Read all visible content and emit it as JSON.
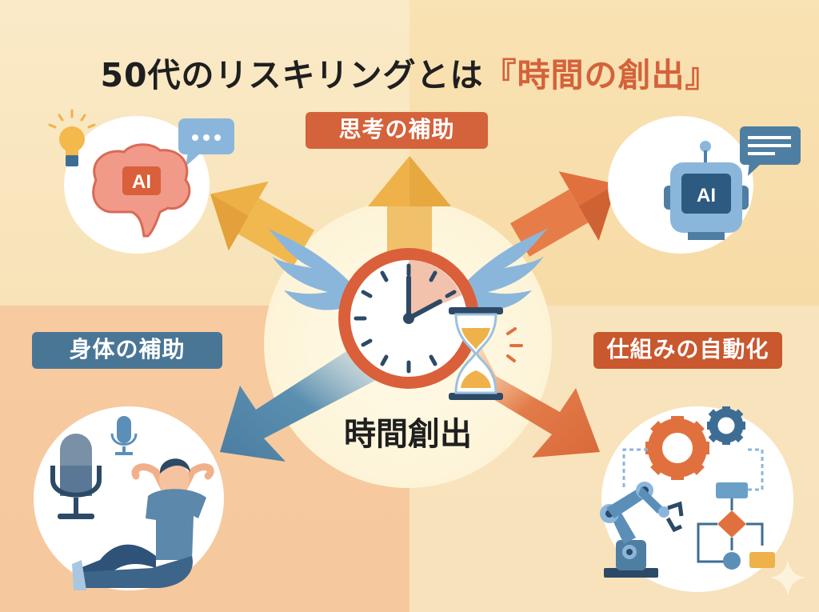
{
  "title": {
    "prefix": "50代のリスキリングとは",
    "accent": "『時間の創出』"
  },
  "center": {
    "label": "時間創出",
    "icons": [
      "clock-icon",
      "hourglass-icon",
      "wings-icon"
    ]
  },
  "branches": [
    {
      "id": "thinking",
      "label": "思考の補助",
      "color": "#d4623a",
      "arrow_color": "#efb24a",
      "icon": "ai-brain-icon"
    },
    {
      "id": "automation-ai",
      "label": "",
      "color": "#e0713f",
      "arrow_color": "#e0713f",
      "icon": "ai-robot-icon"
    },
    {
      "id": "body",
      "label": "身体の補助",
      "color": "#4a7696",
      "arrow_color": "#4f86aa",
      "icon": "relaxing-person-with-microphone-icon"
    },
    {
      "id": "systems",
      "label": "仕組みの自動化",
      "color": "#c9582f",
      "arrow_color": "#e0713f",
      "icon": "robot-arm-gears-flowchart-icon"
    }
  ],
  "icon_text": {
    "brain_ai": "AI",
    "robot_ai": "AI"
  },
  "colors": {
    "accent_orange": "#d4623a",
    "accent_blue": "#4a7696",
    "accent_yellow": "#efb24a",
    "background_cream": "#f9e6bf",
    "background_peach": "#f7caa0"
  }
}
